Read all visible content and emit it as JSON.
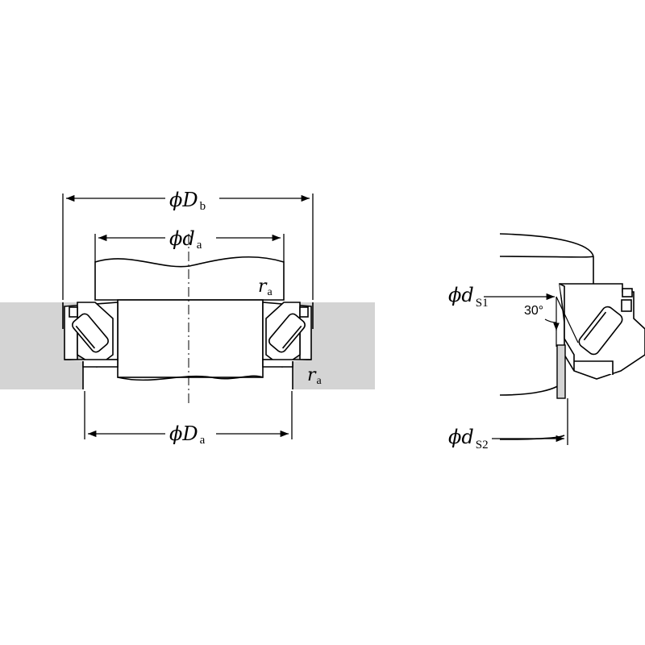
{
  "labels": {
    "Db": {
      "prefix": "ϕD",
      "sub": "b"
    },
    "da": {
      "prefix": "ϕd",
      "sub": "a"
    },
    "ra_top": {
      "prefix": "r",
      "sub": "a"
    },
    "ra_bottom": {
      "prefix": "r",
      "sub": "a"
    },
    "Da": {
      "prefix": "ϕD",
      "sub": "a"
    },
    "ds1": {
      "prefix": "ϕd",
      "sub": "S1"
    },
    "ds2": {
      "prefix": "ϕd",
      "sub": "S2"
    },
    "angle": "30°"
  },
  "colors": {
    "housing": "#d4d4d4",
    "line": "#000000"
  }
}
